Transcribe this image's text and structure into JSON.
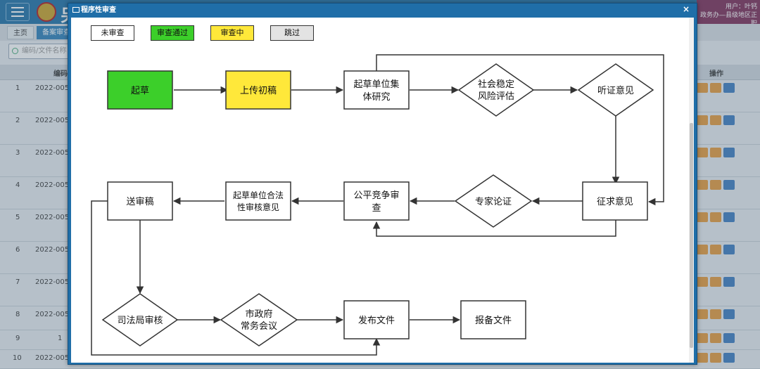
{
  "app": {
    "title": "另",
    "user_line1": "用户：叶钙",
    "user_line2": "政务办—县级地区正职"
  },
  "tabs": {
    "home": "主页",
    "active": "备案审查"
  },
  "search": {
    "placeholder": "编码/文件名称"
  },
  "table": {
    "header_code": "编码",
    "header_ops": "操作",
    "rows": [
      {
        "idx": "1",
        "code": "2022-005"
      },
      {
        "idx": "2",
        "code": "2022-005"
      },
      {
        "idx": "3",
        "code": "2022-005"
      },
      {
        "idx": "4",
        "code": "2022-005"
      },
      {
        "idx": "5",
        "code": "2022-005"
      },
      {
        "idx": "6",
        "code": "2022-005"
      },
      {
        "idx": "7",
        "code": "2022-005"
      },
      {
        "idx": "8",
        "code": "2022-005"
      },
      {
        "idx": "9",
        "code": "1"
      },
      {
        "idx": "10",
        "code": "2022-005"
      }
    ]
  },
  "modal": {
    "title": "程序性审查",
    "close": "×",
    "legend": [
      {
        "label": "未审查",
        "color": "#ffffff"
      },
      {
        "label": "审查通过",
        "color": "#3ccf2a"
      },
      {
        "label": "审查中",
        "color": "#ffe83a"
      },
      {
        "label": "跳过",
        "color": "#e3e3e3"
      }
    ],
    "flow": {
      "n1": "起草",
      "n2": "上传初稿",
      "n3a": "起草单位集",
      "n3b": "体研究",
      "n4a": "社会稳定",
      "n4b": "风险评估",
      "n5": "听证意见",
      "n6": "征求意见",
      "n7": "专家论证",
      "n8a": "公平竞争审",
      "n8b": "查",
      "n9a": "起草单位合法",
      "n9b": "性审核意见",
      "n10": "送审稿",
      "n11": "司法局审核",
      "n12a": "市政府",
      "n12b": "常务会议",
      "n13": "发布文件",
      "n14": "报备文件"
    }
  }
}
